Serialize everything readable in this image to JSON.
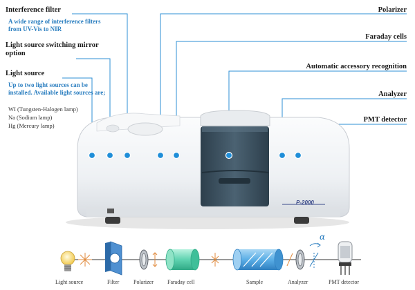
{
  "callouts": {
    "interference_filter": {
      "title": "Interference filter",
      "desc": "A wide range of interference filters from UV-Vis to NIR"
    },
    "mirror_option": {
      "title": "Light source switching mirror option"
    },
    "light_source": {
      "title": "Light source",
      "desc": "Up to two light sources can be installed.  Available light sources are;",
      "items": [
        "WI (Tungsten-Halogen lamp)",
        "Na (Sodium lamp)",
        "Hg (Mercury lamp)"
      ]
    },
    "polarizer": {
      "title": "Polarizer"
    },
    "faraday": {
      "title": "Faraday cells"
    },
    "accessory": {
      "title": "Automatic accessory recognition"
    },
    "analyzer": {
      "title": "Analyzer"
    },
    "pmt": {
      "title": "PMT detector"
    }
  },
  "instrument": {
    "model": "P-2000"
  },
  "optical_path": {
    "captions": [
      "Light source",
      "Filter",
      "Polarizer",
      "Faraday cell",
      "Sample",
      "Analyzer",
      "PMT detector"
    ],
    "angle_symbol": "α"
  },
  "colors": {
    "accent": "#2c7fc0",
    "dot": "#1f8ed8",
    "instrument_body": "#f2f4f6",
    "door": "#3b5060"
  }
}
